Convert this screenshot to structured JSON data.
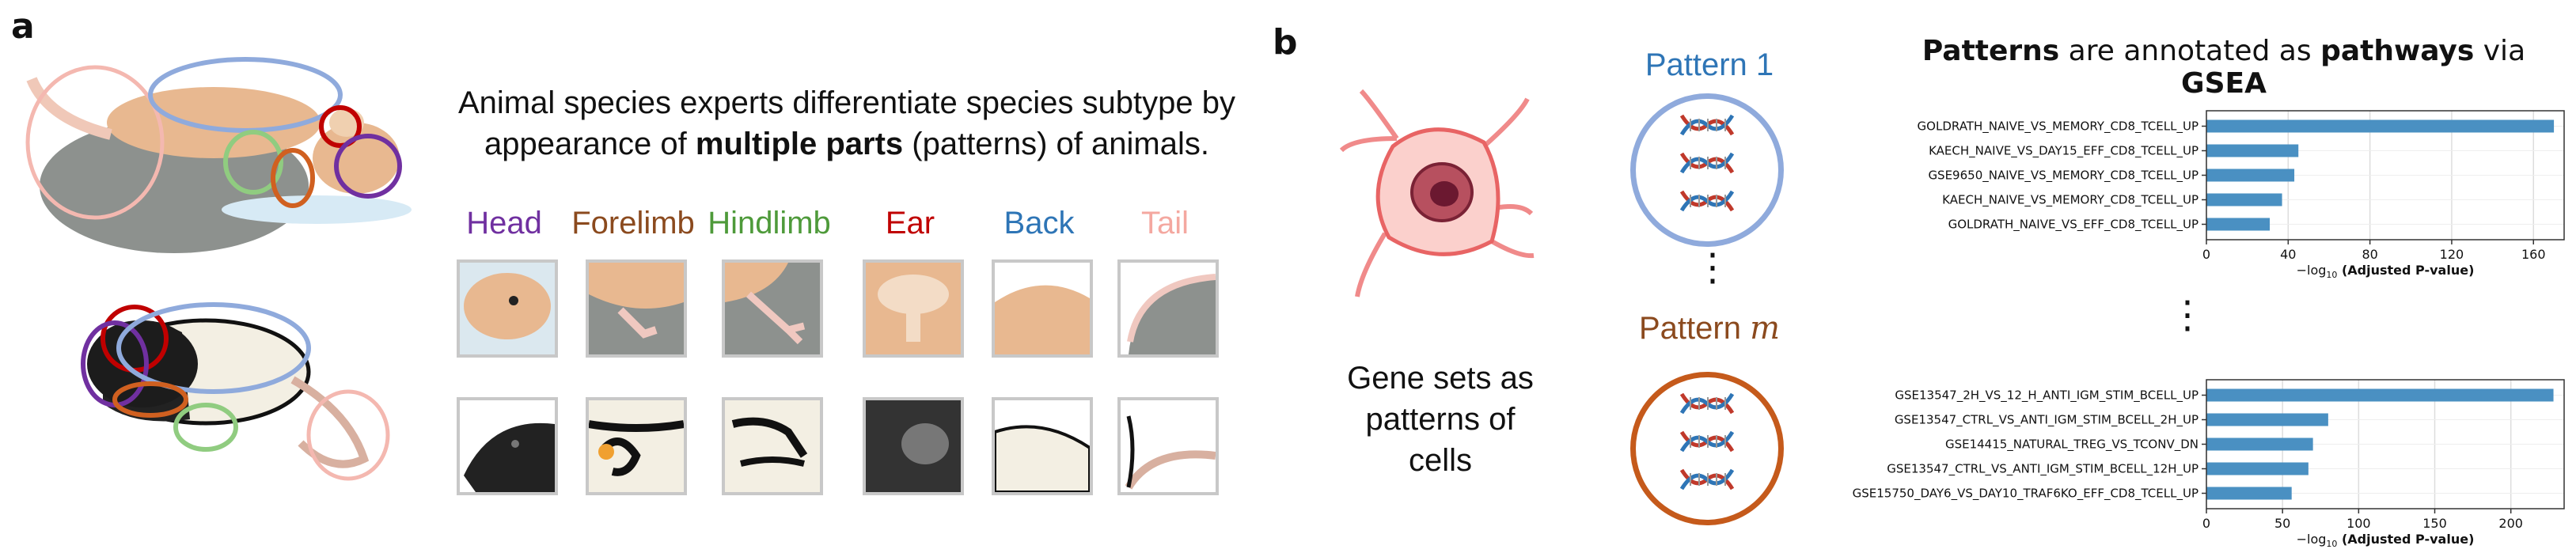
{
  "panel_a": {
    "letter": "a",
    "caption_line1": "Animal species experts differentiate species subtype by",
    "caption_line2_pre": "appearance of ",
    "caption_line2_bold": "multiple parts",
    "caption_line2_post": " (patterns) of animals.",
    "parts": [
      {
        "label": "Head",
        "color": "#7030a0"
      },
      {
        "label": "Forelimb",
        "color": "#8b4a1e"
      },
      {
        "label": "Hindlimb",
        "color": "#4e9a3a"
      },
      {
        "label": "Ear",
        "color": "#c00000"
      },
      {
        "label": "Back",
        "color": "#2e75b6"
      },
      {
        "label": "Tail",
        "color": "#f4a8a0"
      }
    ]
  },
  "panel_b": {
    "letter": "b",
    "cell_caption_line1": "Gene sets as",
    "cell_caption_line2": "patterns of",
    "cell_caption_line3": "cells",
    "pattern_1_label": "Pattern 1",
    "pattern_1_color": "#2e75b6",
    "pattern_m_prefix": "Pattern ",
    "pattern_m_var": "m",
    "pattern_m_color": "#8b4a1e",
    "vdots": "⋮",
    "gsea_title_parts": [
      {
        "text": "Patterns",
        "bold": true
      },
      {
        "text": " are annotated as ",
        "bold": false
      },
      {
        "text": "pathways",
        "bold": true
      },
      {
        "text": " via ",
        "bold": false
      },
      {
        "text": "GSEA",
        "bold": true
      }
    ]
  },
  "chart_data": [
    {
      "type": "bar",
      "orientation": "horizontal",
      "categories": [
        "GOLDRATH_NAIVE_VS_MEMORY_CD8_TCELL_UP",
        "KAECH_NAIVE_VS_DAY15_EFF_CD8_TCELL_UP",
        "GSE9650_NAIVE_VS_MEMORY_CD8_TCELL_UP",
        "KAECH_NAIVE_VS_MEMORY_CD8_TCELL_UP",
        "GOLDRATH_NAIVE_VS_EFF_CD8_TCELL_UP"
      ],
      "values": [
        170,
        45,
        43,
        37,
        31
      ],
      "xlim": [
        0,
        175
      ],
      "xticks": [
        0,
        40,
        80,
        120,
        160
      ],
      "xlabel_prefix": "−log",
      "xlabel_sub": "10",
      "xlabel_bold": "(Adjusted P-value)",
      "grid": true,
      "bar_color": "#4a90c2"
    },
    {
      "type": "bar",
      "orientation": "horizontal",
      "categories": [
        "GSE13547_2H_VS_12_H_ANTI_IGM_STIM_BCELL_UP",
        "GSE13547_CTRL_VS_ANTI_IGM_STIM_BCELL_2H_UP",
        "GSE14415_NATURAL_TREG_VS_TCONV_DN",
        "GSE13547_CTRL_VS_ANTI_IGM_STIM_BCELL_12H_UP",
        "GSE15750_DAY6_VS_DAY10_TRAF6KO_EFF_CD8_TCELL_UP"
      ],
      "values": [
        228,
        80,
        70,
        67,
        56
      ],
      "xlim": [
        0,
        235
      ],
      "xticks": [
        0,
        50,
        100,
        150,
        200
      ],
      "xlabel_prefix": "−log",
      "xlabel_sub": "10",
      "xlabel_bold": "(Adjusted P-value)",
      "grid": true,
      "bar_color": "#4a90c2"
    }
  ]
}
